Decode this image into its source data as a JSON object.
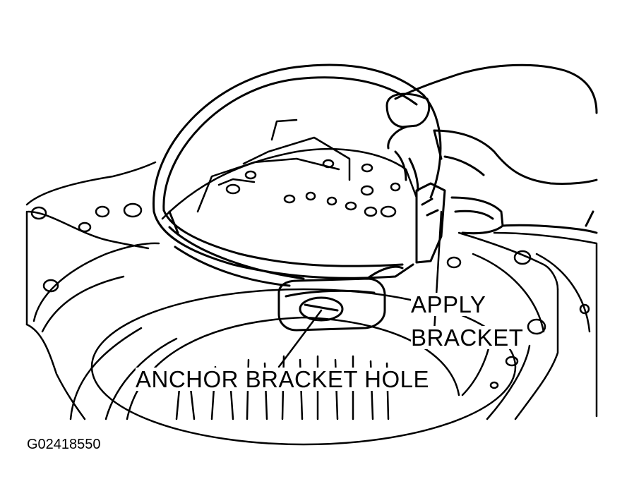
{
  "labels": {
    "apply_line1": "APPLY",
    "apply_line2": "BRACKET",
    "anchor": "ANCHOR BRACKET HOLE"
  },
  "figure_code": "G02418550",
  "colors": {
    "ink": "#000000",
    "paper": "#ffffff"
  }
}
